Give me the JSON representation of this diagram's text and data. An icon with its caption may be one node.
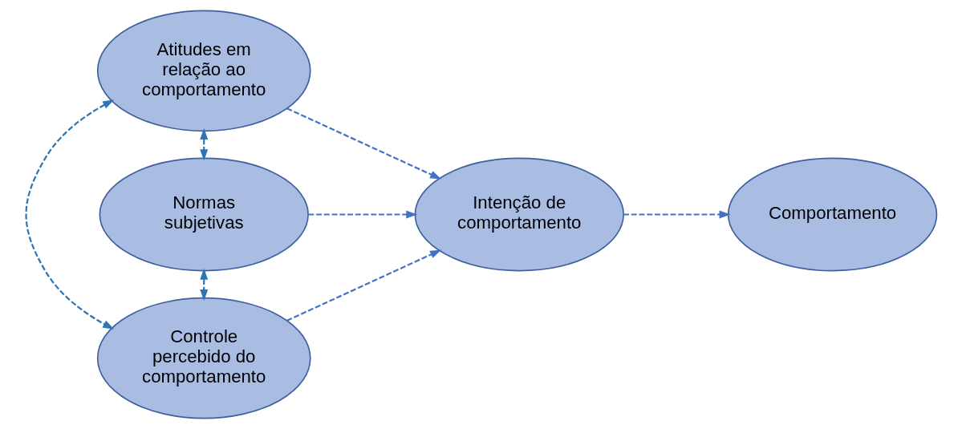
{
  "diagram": {
    "nodes": [
      {
        "text": [
          "Atitudes em relação ao comportamento"
        ]
      },
      {
        "text": [
          "Normas subjetivas"
        ]
      },
      {
        "text": [
          "Controle percebido do comportamento"
        ]
      },
      {
        "text": [
          "Intenção de comportamento"
        ]
      },
      {
        "text": [
          "Comportamento"
        ]
      }
    ],
    "edges": [
      {
        "from": 0,
        "to": 3,
        "arrow": "to",
        "style": "dashed"
      },
      {
        "from": 1,
        "to": 3,
        "arrow": "to",
        "style": "dashed"
      },
      {
        "from": 2,
        "to": 3,
        "arrow": "to",
        "style": "dashed"
      },
      {
        "from": 3,
        "to": 4,
        "arrow": "to",
        "style": "dashed"
      },
      {
        "from": 0,
        "to": 1,
        "arrow": "both",
        "style": "dashed",
        "color": "#2e75b6"
      },
      {
        "from": 1,
        "to": 2,
        "arrow": "both",
        "style": "dashed",
        "color": "#2e75b6"
      },
      {
        "from": 0,
        "to": 2,
        "arrow": "both",
        "style": "dashed",
        "color": "#2e75b6"
      }
    ]
  }
}
